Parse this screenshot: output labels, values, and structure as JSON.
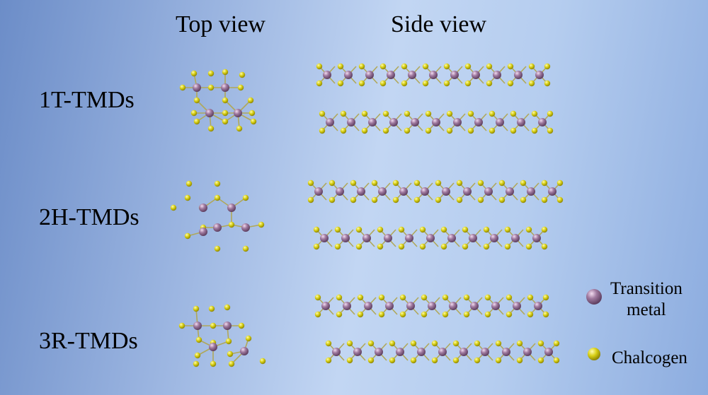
{
  "headers": {
    "top_view": "Top view",
    "side_view": "Side view"
  },
  "rows": [
    {
      "label": "1T-TMDs",
      "phase": "1T"
    },
    {
      "label": "2H-TMDs",
      "phase": "2H"
    },
    {
      "label": "3R-TMDs",
      "phase": "3R"
    }
  ],
  "legend": {
    "transition_metal_line1": "Transition",
    "transition_metal_line2": "metal",
    "chalcogen": "Chalcogen"
  },
  "colors": {
    "transition_metal": "#8e6e8e",
    "chalcogen": "#d9d21c",
    "bond": "#b0a85a"
  }
}
